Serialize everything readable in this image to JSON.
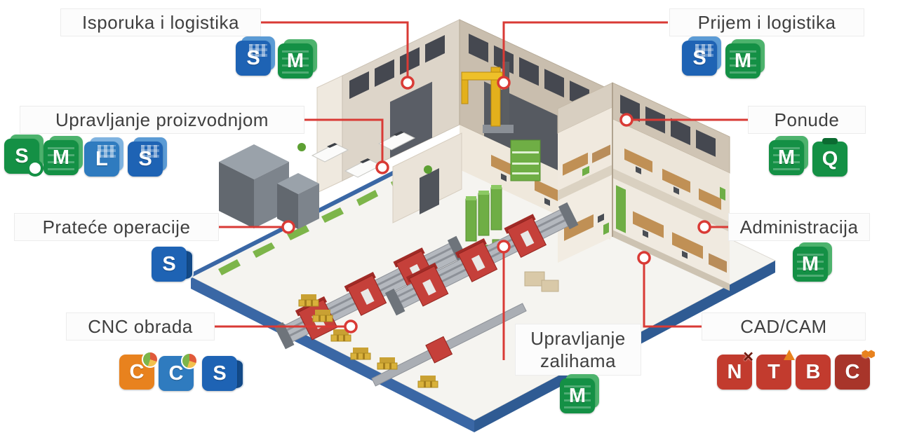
{
  "palette": {
    "line": "#d93a35",
    "label_text": "#3f3f3f",
    "platform_blue": "#3a67a5",
    "walkway_green": "#7db54a",
    "machine_red": "#c5403a",
    "wall_beige": "#ddd5c9"
  },
  "callouts": [
    {
      "label": "Isporuka i logistika",
      "icons": [
        {
          "letter": "S",
          "variant": "grid",
          "bg": "#1e63b4",
          "accent": "#5b9bd5"
        },
        {
          "letter": "M",
          "variant": "doc",
          "bg": "#149045",
          "accent": "#4db36d"
        }
      ]
    },
    {
      "label": "Prijem i logistika",
      "icons": [
        {
          "letter": "S",
          "variant": "grid",
          "bg": "#1e63b4",
          "accent": "#5b9bd5"
        },
        {
          "letter": "M",
          "variant": "doc",
          "bg": "#149045",
          "accent": "#4db36d"
        }
      ]
    },
    {
      "label": "Upravljanje proizvodnjom",
      "icons": [
        {
          "letter": "S",
          "variant": "clock",
          "bg": "#149045",
          "accent": "#4db36d"
        },
        {
          "letter": "M",
          "variant": "doc",
          "bg": "#149045",
          "accent": "#4db36d"
        },
        {
          "letter": "L",
          "variant": "grid",
          "bg": "#2f7bbf",
          "accent": "#7fb3e0"
        },
        {
          "letter": "S",
          "variant": "grid",
          "bg": "#1e63b4",
          "accent": "#5b9bd5"
        }
      ]
    },
    {
      "label": "Ponude",
      "icons": [
        {
          "letter": "M",
          "variant": "doc",
          "bg": "#149045",
          "accent": "#4db36d"
        },
        {
          "letter": "Q",
          "variant": "clipboard",
          "bg": "#149045",
          "accent": "#0b6b31"
        }
      ]
    },
    {
      "label": "Prateće operacije",
      "icons": [
        {
          "letter": "S",
          "variant": "db",
          "bg": "#1e63b4",
          "accent": "#134a88"
        }
      ]
    },
    {
      "label": "Administracija",
      "icons": [
        {
          "letter": "M",
          "variant": "doc",
          "bg": "#149045",
          "accent": "#4db36d"
        }
      ]
    },
    {
      "label": "CNC obrada",
      "icons": [
        {
          "letter": "C",
          "variant": "pie",
          "bg": "#e8821e",
          "accent": "#b35f0c"
        },
        {
          "letter": "C",
          "variant": "pie",
          "bg": "#2f7bbf",
          "accent": "#1e5a94"
        },
        {
          "letter": "S",
          "variant": "db",
          "bg": "#1e63b4",
          "accent": "#134a88"
        }
      ]
    },
    {
      "label": "Upravljanje zalihama",
      "icons": [
        {
          "letter": "M",
          "variant": "doc",
          "bg": "#149045",
          "accent": "#4db36d"
        }
      ]
    },
    {
      "label": "CAD/CAM",
      "icons": [
        {
          "letter": "N",
          "variant": "cross",
          "bg": "#c23b2e",
          "accent": "#6e1a10"
        },
        {
          "letter": "T",
          "variant": "cone",
          "bg": "#c23b2e",
          "accent": "#e8821e"
        },
        {
          "letter": "B",
          "variant": "plain",
          "bg": "#c23b2e",
          "accent": "#e8821e"
        },
        {
          "letter": "C",
          "variant": "honeycomb",
          "bg": "#a8352a",
          "accent": "#e8821e"
        }
      ]
    }
  ]
}
